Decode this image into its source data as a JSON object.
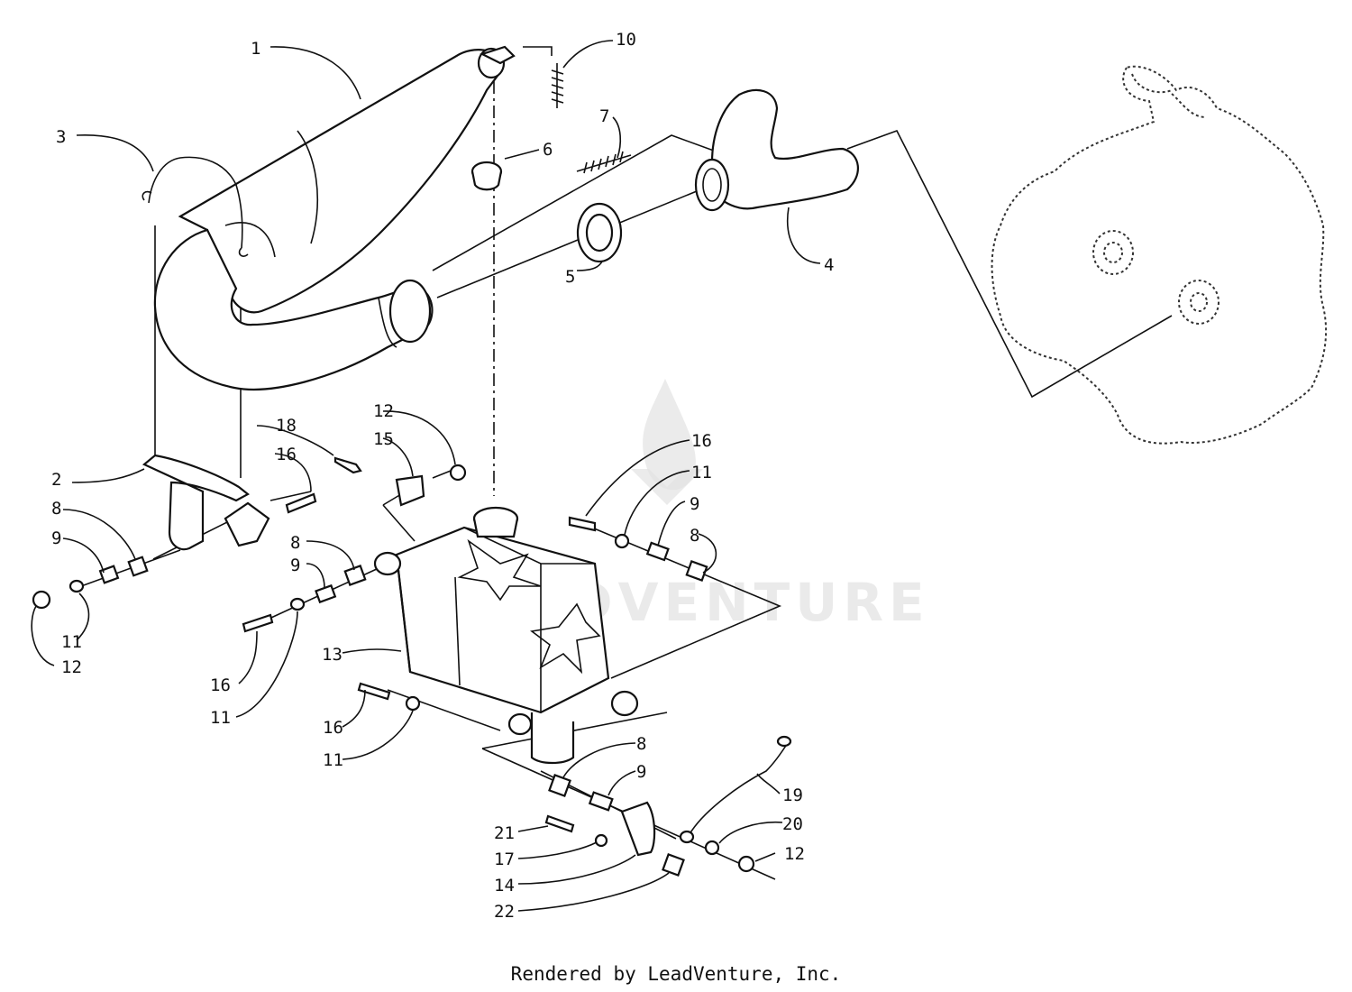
{
  "watermark": {
    "brand": "LEADVENTURE"
  },
  "footer": {
    "credit": "Rendered by LeadVenture, Inc."
  },
  "callouts": [
    {
      "id": "c1",
      "label": "1"
    },
    {
      "id": "c2",
      "label": "2"
    },
    {
      "id": "c3",
      "label": "3"
    },
    {
      "id": "c4",
      "label": "4"
    },
    {
      "id": "c5",
      "label": "5"
    },
    {
      "id": "c6",
      "label": "6"
    },
    {
      "id": "c7",
      "label": "7"
    },
    {
      "id": "c8a",
      "label": "8"
    },
    {
      "id": "c8b",
      "label": "8"
    },
    {
      "id": "c8c",
      "label": "8"
    },
    {
      "id": "c8d",
      "label": "8"
    },
    {
      "id": "c9a",
      "label": "9"
    },
    {
      "id": "c9b",
      "label": "9"
    },
    {
      "id": "c9c",
      "label": "9"
    },
    {
      "id": "c9d",
      "label": "9"
    },
    {
      "id": "c10",
      "label": "10"
    },
    {
      "id": "c11a",
      "label": "11"
    },
    {
      "id": "c11b",
      "label": "11"
    },
    {
      "id": "c11c",
      "label": "11"
    },
    {
      "id": "c11d",
      "label": "11"
    },
    {
      "id": "c12a",
      "label": "12"
    },
    {
      "id": "c12b",
      "label": "12"
    },
    {
      "id": "c12c",
      "label": "12"
    },
    {
      "id": "c13",
      "label": "13"
    },
    {
      "id": "c14",
      "label": "14"
    },
    {
      "id": "c15",
      "label": "15"
    },
    {
      "id": "c16a",
      "label": "16"
    },
    {
      "id": "c16b",
      "label": "16"
    },
    {
      "id": "c16c",
      "label": "16"
    },
    {
      "id": "c16d",
      "label": "16"
    },
    {
      "id": "c17",
      "label": "17"
    },
    {
      "id": "c18",
      "label": "18"
    },
    {
      "id": "c19",
      "label": "19"
    },
    {
      "id": "c20",
      "label": "20"
    },
    {
      "id": "c21",
      "label": "21"
    },
    {
      "id": "c22",
      "label": "22"
    }
  ]
}
